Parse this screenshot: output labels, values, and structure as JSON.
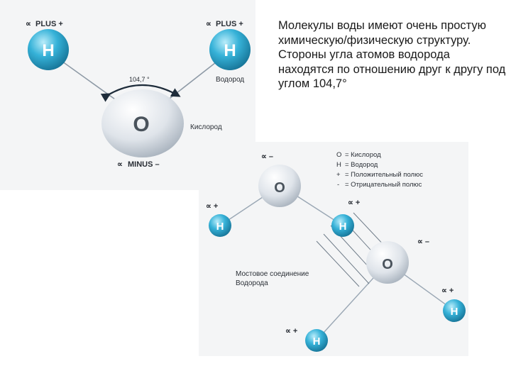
{
  "caption": "Молекулы воды имеют очень простую химическую/физическую структуру. Стороны угла атомов водорода находятся по отношению друг к другу под углом 104,7°",
  "top_diagram": {
    "plus_left": "PLUS +",
    "plus_right": "PLUS +",
    "minus": "MINUS –",
    "delta_symbol": "∝",
    "angle": "104,7 °",
    "hydrogen_symbol": "H",
    "oxygen_symbol": "O",
    "hydrogen_label": "Водород",
    "oxygen_label": "Кислород"
  },
  "bottom_diagram": {
    "delta_minus": "∝ –",
    "delta_plus": "∝ +",
    "hydrogen_symbol": "H",
    "oxygen_symbol": "O",
    "bond_label_line1": "Мостовое соединение",
    "bond_label_line2": "Водорода",
    "legend": [
      {
        "key": "O",
        "text": "= Кислород"
      },
      {
        "key": "H",
        "text": "= Водород"
      },
      {
        "key": "+",
        "text": "= Положительный полюс"
      },
      {
        "key": "-",
        "text": "= Отрицательный полюс"
      }
    ]
  },
  "colors": {
    "hydrogen": "#2fa6c9",
    "oxygen": "#d9dde2",
    "line": "#9aa7b4"
  }
}
